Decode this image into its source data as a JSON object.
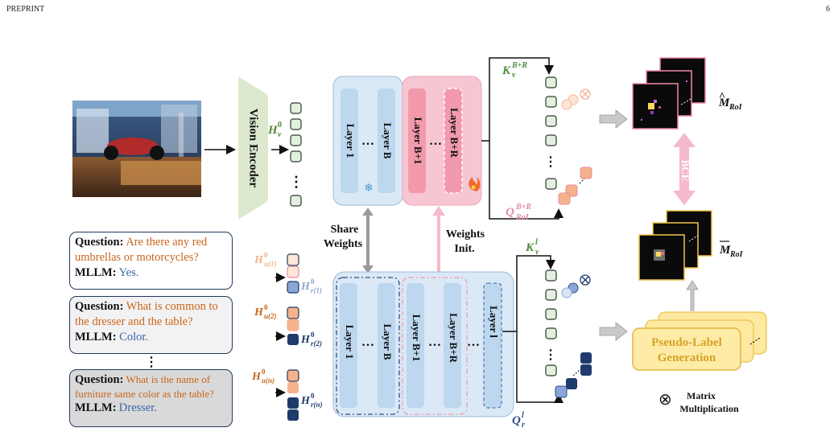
{
  "header": {
    "left": "PREPRINT",
    "right": "6"
  },
  "vision_encoder": {
    "label": "Vision Encoder"
  },
  "symbols": {
    "h_v": "H",
    "h_v_sup": "0",
    "h_v_sub": "v",
    "h_u1": "H",
    "h_u1_sup": "0",
    "h_u1_sub": "u(1)",
    "h_r1": "H",
    "h_r1_sup": "0",
    "h_r1_sub": "r(1)",
    "h_u2": "H",
    "h_u2_sup": "0",
    "h_u2_sub": "u(2)",
    "h_r2": "H",
    "h_r2_sup": "0",
    "h_r2_sub": "r(2)",
    "h_un": "H",
    "h_un_sup": "0",
    "h_un_sub": "u(n)",
    "h_rn": "H",
    "h_rn_sup": "0",
    "h_rn_sub": "r(n)",
    "k_top": "K",
    "k_top_sup": "B+R",
    "k_top_sub": "v",
    "q_top": "Q",
    "q_top_sup": "B+R",
    "q_top_sub": "RoI",
    "k_bot": "K",
    "k_bot_sup": "l",
    "k_bot_sub": "v",
    "q_bot": "Q",
    "q_bot_sup": "l",
    "q_bot_sub": "r",
    "m_hat": "M",
    "m_hat_sub": "RoI",
    "m_bar": "M",
    "m_bar_sub": "RoI"
  },
  "top_model": {
    "layers_frozen": [
      "Layer 1",
      "Layer B"
    ],
    "layers_trainable": [
      "Layer B+1",
      "Layer B+R"
    ],
    "ellipsis": "…"
  },
  "bottom_model": {
    "layers": [
      "Layer 1",
      "Layer B",
      "Layer B+1",
      "Layer B+R",
      "Layer l"
    ],
    "ellipsis": "…"
  },
  "arrows": {
    "share_weights": [
      "Share",
      "Weights"
    ],
    "weights_init": [
      "Weights",
      "Init."
    ],
    "bce": "BCE"
  },
  "pseudo_label": {
    "line1": "Pseudo-Label",
    "line2": "Generation"
  },
  "legend": {
    "symbol": "⊗",
    "line1": "Matrix",
    "line2": "Multiplication"
  },
  "questions": [
    {
      "q_label": "Question:",
      "q_text": "Are there any red umbrellas or motorcycles?",
      "a_label": "MLLM:",
      "a_text": "Yes."
    },
    {
      "q_label": "Question:",
      "q_text": "What is common to the dresser and the table?",
      "a_label": "MLLM:",
      "a_text": "Color."
    },
    {
      "q_label": "Question:",
      "q_text": "What is the name of furniture same color as the table?",
      "a_label": "MLLM:",
      "a_text": "Dresser."
    }
  ],
  "vertical_ellipsis": "⋮",
  "colors": {
    "token_green": "#e3efe0",
    "frozen_blue": "#c7dcef",
    "trainable_pink": "#f4a3b4",
    "orange_token": "#f6b28c",
    "navy_token": "#1f3b6b",
    "pseudo_yellow": "#fbe8a4",
    "bce_pink": "#f5b9cc",
    "k_green": "#4e8a3a",
    "q_pink": "#e58ca0",
    "q_blue": "#2d4f86"
  }
}
